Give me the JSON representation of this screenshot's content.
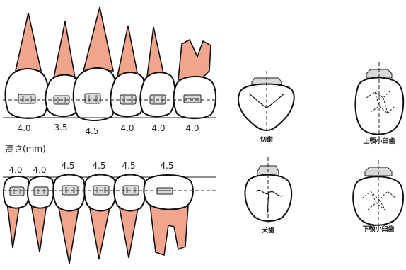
{
  "title": "高さ(mm)",
  "upper_heights": [
    "4.0",
    "3.5",
    "4.5",
    "4.0",
    "4.0",
    "4.0"
  ],
  "lower_heights": [
    "4.0",
    "4.0",
    "4.5",
    "4.5",
    "4.5",
    "4.5"
  ],
  "views": {
    "incisor": "切歯",
    "upper_premolar": "上顎小臼歯",
    "canine": "犬歯",
    "lower_premolar": "下顎小臼歯"
  },
  "colors": {
    "root": "#f2a58d",
    "bracket": "#d9d9d9",
    "outline": "#111111"
  }
}
